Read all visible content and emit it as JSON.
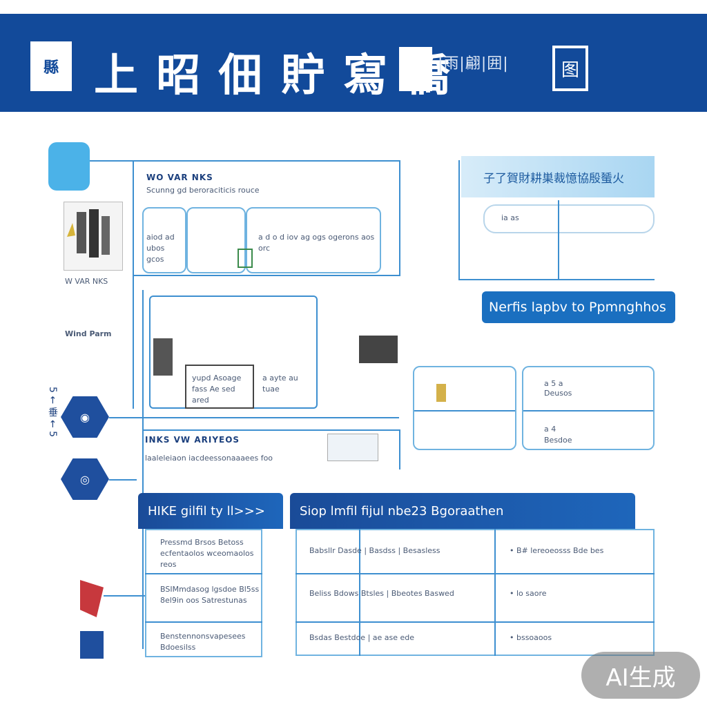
{
  "banner": {
    "logo_text": "縣",
    "title": "上 昭 佃 貯 寫 僑",
    "subtitle": "|雨|翩|囲|",
    "mark_text": "图"
  },
  "left_column": {
    "icon1": "nodes-icon",
    "caption1": "W VAR NKS",
    "caption2": "Wind Parm",
    "hex1_icon": "camera-icon",
    "hex2_icon": "target-icon",
    "side_label": "5 ← 垂 ← 5"
  },
  "top_section": {
    "header_title": "WO VAR NKS",
    "header_sub": "Scunng gd beroraciticis rouce",
    "box_left": "aiod ad ubos gcos",
    "box_right": "a d o d iov ag ogs ogerons aos orc",
    "right_panel_title": "子了賀財耕巣裁憶協殷蜑火",
    "right_panel_field": "ia as",
    "pill_label": "Nerfis lapbv to Ppmnghhos"
  },
  "middle_section": {
    "inner_label1": "yupd Asoage fass Ae sed ared",
    "inner_label2": "a ayte au tuae",
    "row_title": "INKS VW ARIYEOS",
    "row_text": "laaleleiaon iacdeessonaaaees foo",
    "card1_text": "",
    "card2_line1": "a 5 a",
    "card2_line2": "Deusos",
    "card3_line": "a 4",
    "card3_line2": "Besdoe"
  },
  "bottom_section": {
    "bar_left": "HIKE gilfil ty ll>>>",
    "bar_right": "Siop lmfil fijul nbe23 Bgoraathen",
    "left_rows": [
      "Pressmd Brsos Betoss ecfentaolos wceomaolos reos",
      "BSIMmdasog lgsdoe Bl5ss 8el9in oos Satrestunas",
      "Benstennonsvapesees Bdoesilss"
    ],
    "mid_rows": [
      "Babsllr Dasde | Basdss | Besasless",
      "Beliss Bdows Btsles | Bbeotes Baswed",
      "Bsdas Bestdoe | ae ase ede"
    ],
    "right_rows": [
      "• B# lereoeosss Bde bes",
      "• lo saore",
      "• bssoaoos"
    ]
  },
  "watermark": "AI生成",
  "colors": {
    "banner": "#124a9a",
    "line": "#3d8fd0",
    "box_border": "#6fb3e0",
    "pill": "#1a6fc0"
  }
}
